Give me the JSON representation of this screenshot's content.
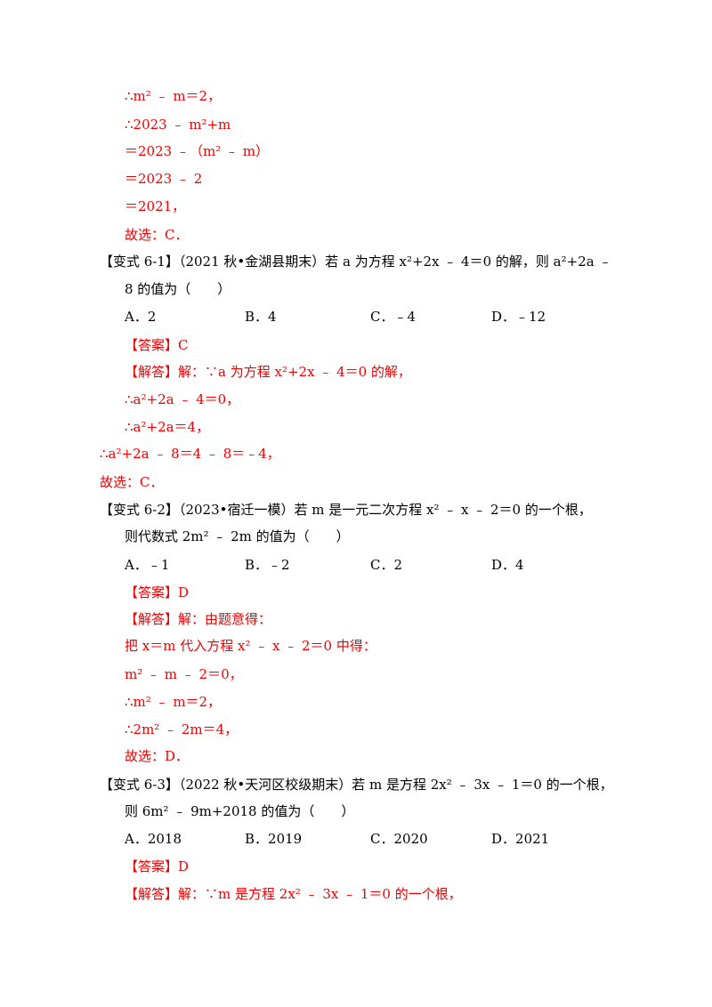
{
  "top_solution": {
    "lines": [
      "∴m² ﹣ m＝2，",
      "∴2023 ﹣ m²+m",
      "＝2023 ﹣（m² ﹣ m）",
      "＝2023 ﹣ 2",
      "＝2021，",
      "故选：C．"
    ]
  },
  "problems": [
    {
      "tag": "【变式 6-1】",
      "source": "（2021 秋•金湖县期末）",
      "stem_line1": "若 a 为方程 x²+2x ﹣ 4＝0 的解，则 a²+2a ﹣",
      "stem_line2": "8 的值为（　　）",
      "options": [
        "A．2",
        "B．4",
        "C．﹣4",
        "D．﹣12"
      ],
      "answer_label": "【答案】",
      "answer_value": "C",
      "solution_label": "【解答】",
      "solution_lines": [
        "解：∵a 为方程 x²+2x ﹣ 4＝0 的解，",
        "∴a²+2a ﹣ 4＝0，",
        "∴a²+2a＝4，",
        "∴a²+2a ﹣ 8＝4 ﹣ 8＝﹣4，",
        "故选：C．"
      ]
    },
    {
      "tag": "【变式 6-2】",
      "source": "（2023•宿迁一模）",
      "stem_line1": "若 m 是一元二次方程 x² ﹣ x ﹣ 2＝0 的一个根，",
      "stem_line2": "则代数式 2m² ﹣ 2m 的值为（　　）",
      "options": [
        "A．﹣1",
        "B．﹣2",
        "C．2",
        "D．4"
      ],
      "answer_label": "【答案】",
      "answer_value": "D",
      "solution_label": "【解答】",
      "solution_lines": [
        "解：由题意得：",
        "把 x＝m 代入方程 x² ﹣ x ﹣ 2＝0 中得：",
        "m² ﹣ m ﹣ 2＝0，",
        "∴m² ﹣ m＝2，",
        "∴2m² ﹣ 2m＝4，",
        "故选：D．"
      ]
    },
    {
      "tag": "【变式 6-3】",
      "source": "（2022 秋•天河区校级期末）",
      "stem_line1": "若 m 是方程 2x² ﹣ 3x ﹣ 1＝0 的一个根，",
      "stem_line2": "则 6m² ﹣ 9m+2018 的值为（　　）",
      "options": [
        "A．2018",
        "B．2019",
        "C．2020",
        "D．2021"
      ],
      "answer_label": "【答案】",
      "answer_value": "D",
      "solution_label": "【解答】",
      "solution_lines": [
        "解：∵m 是方程 2x² ﹣ 3x ﹣ 1＝0 的一个根，"
      ]
    }
  ],
  "colors": {
    "solution_text": "#ee0000",
    "body_text": "#000000"
  }
}
